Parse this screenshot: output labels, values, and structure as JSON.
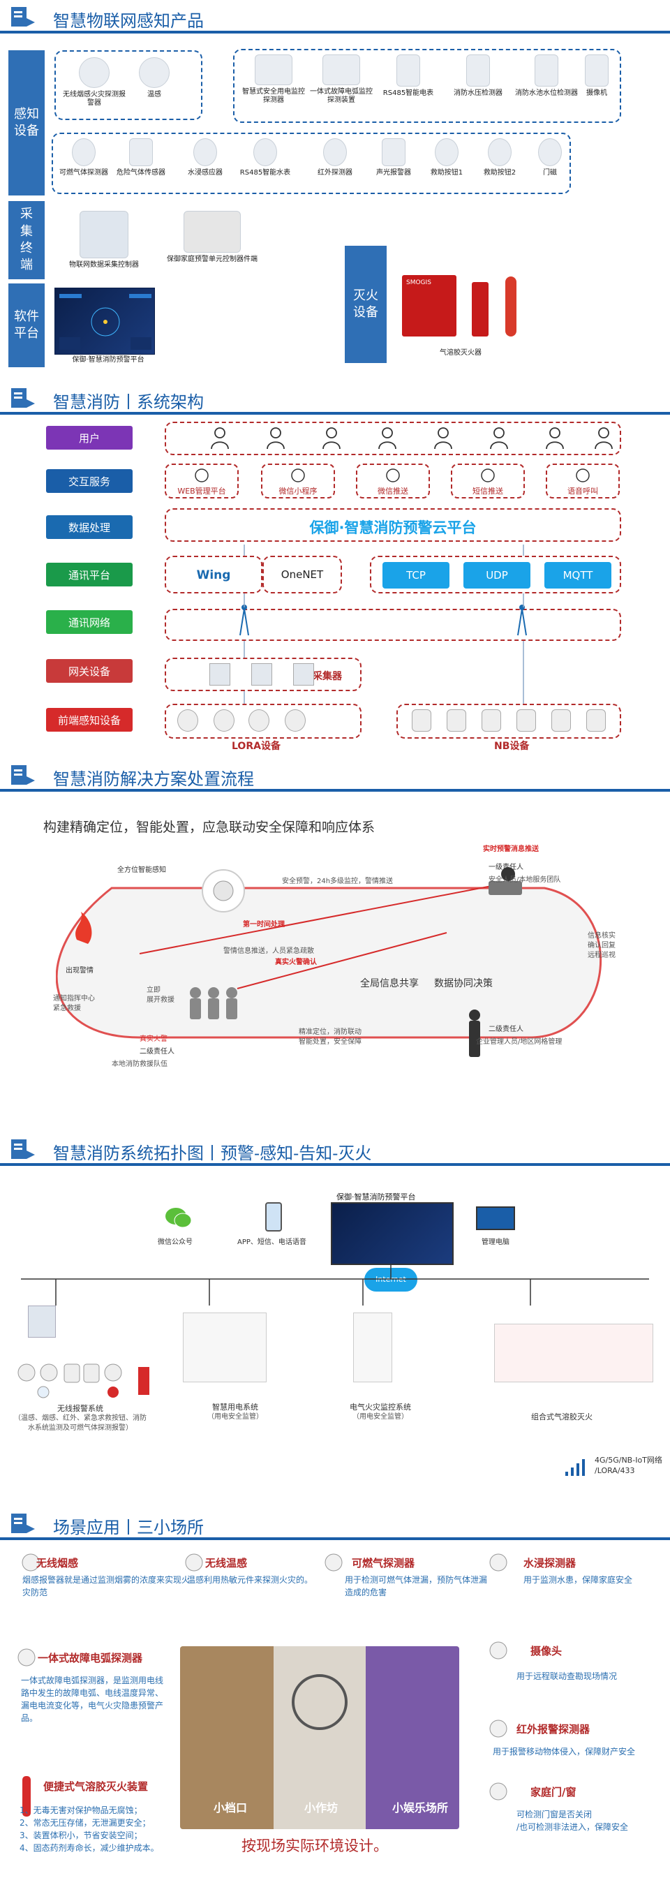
{
  "section1": {
    "title": "智慧物联网感知产品",
    "side_perception": "感知\n设备",
    "side_collect": "采\n集\n终\n端",
    "side_software": "软件\n平台",
    "side_fire": "灭火\n设备",
    "row1_left": [
      "无线烟感火灾探测报警器",
      "温感"
    ],
    "row1_right": [
      "智慧式安全用电监控探测器",
      "一体式故障电弧监控探测装置",
      "RS485智能电表",
      "消防水压检测器",
      "消防水池水位检测器",
      "摄像机"
    ],
    "row2": [
      "可燃气体探测器",
      "危险气体传感器",
      "水浸感应器",
      "RS485智能水表",
      "红外探测器",
      "声光报警器",
      "救助按钮1",
      "救助按钮2",
      "门磁"
    ],
    "collect": [
      "物联网数据采集控制器",
      "保御家庭预警单元控制器件端"
    ],
    "software": "保御·智慧消防预警平台",
    "fire": "气溶胶灭火器",
    "fire_brand": "SMOGIS"
  },
  "section2": {
    "title": "智慧消防丨系统架构",
    "layers": [
      "用户",
      "交互服务",
      "数据处理",
      "通讯平台",
      "通讯网络",
      "网关设备",
      "前端感知设备"
    ],
    "services": [
      "WEB管理平台",
      "微信小程序",
      "微信推送",
      "短信推送",
      "语音呼叫"
    ],
    "platform": "保御·智慧消防预警云平台",
    "comm": [
      "Wing",
      "OneNET",
      "TCP",
      "UDP",
      "MQTT"
    ],
    "collector": "采集器",
    "lora": "LORA设备",
    "nb": "NB设备"
  },
  "section3": {
    "title": "智慧消防解决方案处置流程",
    "subtitle": "构建精确定位，智能处置，应急联动安全保障和响应体系",
    "texts": {
      "sense": "全方位智能感知",
      "alarm": "出现警情",
      "notify": "通知指挥中心\n紧急救援",
      "respond": "安全预警，24h多级监控，警情推送",
      "first": "第一时间处理",
      "info": "警情信息推送，人员紧急疏散",
      "site": "立即\n展开救援",
      "really": "真实火警确认",
      "share": "全局信息共享",
      "collab": "数据协同决策",
      "rescue1": "真实火警",
      "rescue2": "二级责任人",
      "rescue3": "本地消防救援队伍",
      "push": "实时预警消息推送",
      "lvl1": "一级责任人",
      "lvl1d": "安全人员/本地服务团队",
      "confirm": "信息核实\n确认回复\n远程巡视",
      "lvl2": "二级责任人",
      "lvl2d": "企业管理人员/地区网格管理",
      "precise": "精准定位，消防联动\n智能处置，安全保障"
    }
  },
  "section4": {
    "title": "智慧消防系统拓扑图丨预警-感知-告知-灭火",
    "platform": "保御·智慧消防预警平台",
    "wechat": "微信公众号",
    "app": "APP、短信、电话语音",
    "pc": "管理电脑",
    "internet": "Internet",
    "systems": [
      "无线报警系统",
      "智慧用电系统",
      "电气火灾监控系统",
      "组合式气溶胶灭火"
    ],
    "sys_desc": [
      "（温感、烟感、红外、紧急求救按钮、消防水系统监测及可燃气体探测报警）",
      "（用电安全监管）",
      "（用电安全监管）",
      ""
    ],
    "network": "4G/5G/NB-IoT网络\n/LORA/433"
  },
  "section5": {
    "title": "场景应用丨三小场所",
    "cards": [
      {
        "t": "无线烟感",
        "d": "烟感报警器就是通过监测烟雾的浓度来实现火灾防范"
      },
      {
        "t": "无线温感",
        "d": "温感利用热敏元件来探测火灾的。"
      },
      {
        "t": "可燃气探测器",
        "d": "用于检测可燃气体泄漏，预防气体泄漏造成的危害"
      },
      {
        "t": "水浸探测器",
        "d": "用于监测水患，保障家庭安全"
      },
      {
        "t": "一体式故障电弧探测器",
        "d": "一体式故障电弧探测器，是监测用电线路中发生的故障电弧、电线温度异常、漏电电流变化等，电气火灾隐患预警产品。"
      },
      {
        "t": "摄像头",
        "d": "用于远程联动查勘现场情况"
      },
      {
        "t": "红外报警探测器",
        "d": "用于报警移动物体侵入，保障财产安全"
      },
      {
        "t": "家庭门/窗",
        "d": "可检测门窗是否关闭\n/也可检测非法进入，保障安全"
      },
      {
        "t": "便捷式气溶胶灭火装置",
        "d": "1、无毒无害对保护物品无腐蚀；\n2、常态无压存储，无泄漏更安全；\n3、装置体积小，节省安装空间；\n4、固态药剂寿命长，减少维护成本。"
      }
    ],
    "scenes": [
      "小档口",
      "小作坊",
      "小娱乐场所"
    ],
    "caption": "按现场实际环境设计。"
  }
}
